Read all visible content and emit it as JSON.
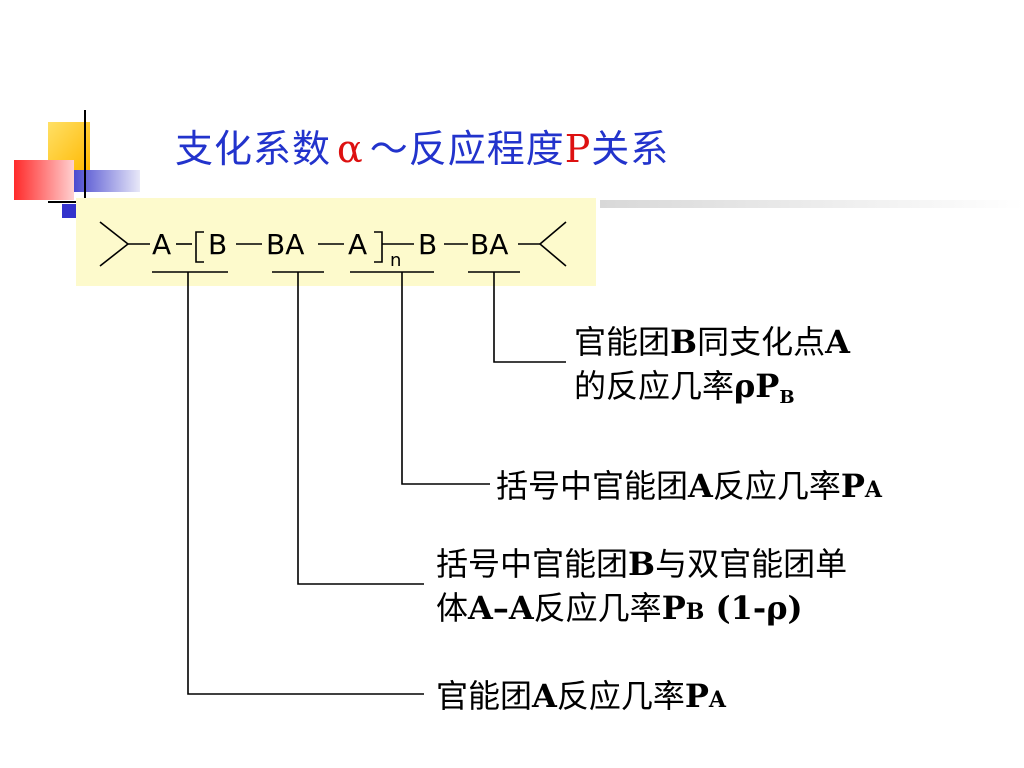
{
  "title": {
    "part1": "支化系数",
    "alpha": "α",
    "part2": "～反应程度",
    "p": "P",
    "part3": "关系"
  },
  "formula": {
    "left_end": ">",
    "a1": "A",
    "bracket_open": "[",
    "b1": "B",
    "ba1": "BA",
    "a2": "A",
    "bracket_close": "]",
    "n": "n",
    "b2": "B",
    "ba2": "BA",
    "right_end": "<"
  },
  "labels": {
    "label1": {
      "line1_a": "官能团",
      "line1_b": "B",
      "line1_c": "同支化点",
      "line1_d": "A",
      "line2_a": "的反应几率",
      "line2_b": "ρP",
      "line2_sub": "B"
    },
    "label2": {
      "text_a": "括号中官能团",
      "text_b": "A",
      "text_c": "反应几率",
      "text_d": "P",
      "text_sub": "A"
    },
    "label3": {
      "line1_a": "括号中官能团",
      "line1_b": "B",
      "line1_c": "与双官能团单",
      "line2_a": "体",
      "line2_b": "A–A",
      "line2_c": "反应几率",
      "line2_d": "P",
      "line2_sub": "B",
      "line2_e": " (1-ρ)"
    },
    "label4": {
      "text_a": "官能团",
      "text_b": "A",
      "text_c": "反应几率",
      "text_d": "P",
      "text_sub": "A"
    }
  },
  "colors": {
    "title": "#2233cc",
    "accent_red": "#dd1111",
    "box": "#fdfacc",
    "deco_yellow": "#ffcc00",
    "deco_blue": "#3333cc",
    "deco_red": "#ff3333"
  }
}
